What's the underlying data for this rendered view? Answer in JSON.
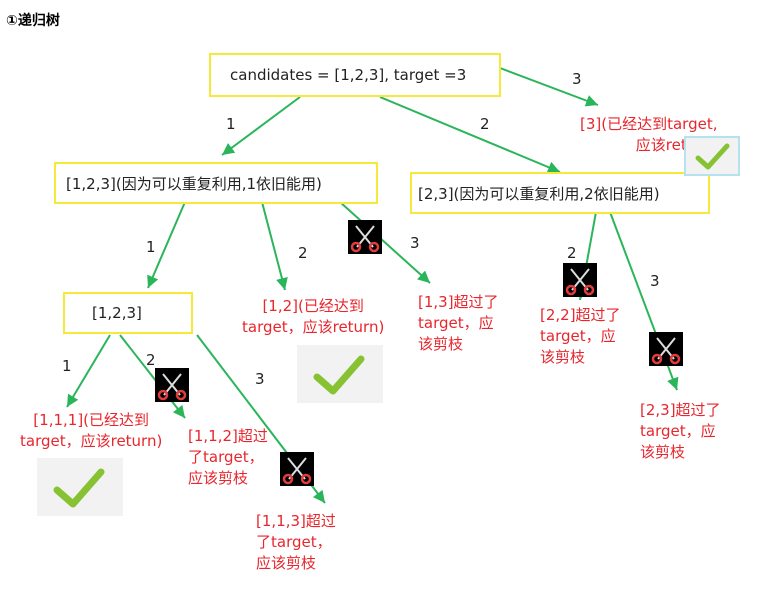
{
  "heading": "①递归树",
  "nodes": {
    "root": "candidates = [1,2,3], target =3",
    "n1": "[1,2,3](因为可以重复利用,1依旧能用)",
    "n2": "[2,3](因为可以重复利用,2依旧能用)",
    "n11": "[1,2,3]"
  },
  "results": {
    "r3": "[3](已经达到target,\n应该return)",
    "r12": "[1,2](已经达到\ntarget，应该return)",
    "r13": "[1,3]超过了\ntarget，应\n该剪枝",
    "r22": "[2,2]超过了\ntarget，应\n该剪枝",
    "r23": "[2,3]超过了\ntarget，应\n该剪枝",
    "r111": "[1,1,1](已经达到\ntarget，应该return)",
    "r112": "[1,1,2]超过\n了target，\n应该剪枝",
    "r113": "[1,1,3]超过\n了target，\n应该剪枝"
  },
  "edge_labels": {
    "root_n1": "1",
    "root_n2": "2",
    "root_r3": "3",
    "n1_n11": "1",
    "n1_r12": "2",
    "n1_r13": "3",
    "n2_r22": "2",
    "n2_r23": "3",
    "n11_r111": "1",
    "n11_r112": "2",
    "n11_r113": "3"
  },
  "colors": {
    "edge": "#2bb55a",
    "box_border": "#f5e93a",
    "result_text": "#e8262d",
    "check": "#86c232"
  },
  "icons": {
    "check": "check-icon",
    "prune": "scissors-icon"
  }
}
